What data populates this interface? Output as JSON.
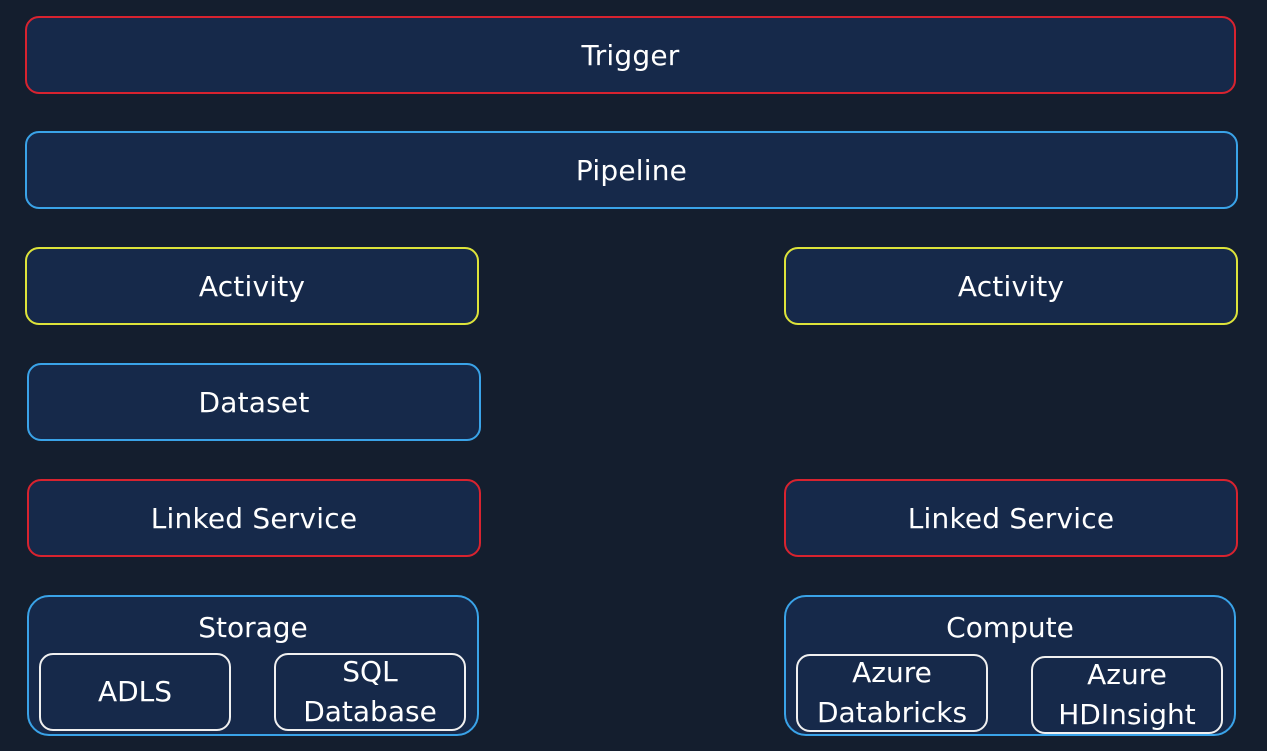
{
  "trigger": {
    "label": "Trigger",
    "color": "#d8232f"
  },
  "pipeline": {
    "label": "Pipeline",
    "color": "#3aa3e8"
  },
  "left": {
    "activity": "Activity",
    "dataset": "Dataset",
    "linked_service": "Linked Service",
    "storage": {
      "title": "Storage",
      "items": [
        "ADLS",
        "SQL\nDatabase"
      ]
    }
  },
  "right": {
    "activity": "Activity",
    "linked_service": "Linked Service",
    "compute": {
      "title": "Compute",
      "items": [
        "Azure\nDatabricks",
        "Azure\nHDInsight"
      ]
    }
  },
  "colors": {
    "background": "#141e2e",
    "box_fill": "#16294a",
    "red_border": "#d8232f",
    "blue_border": "#3aa3e8",
    "yellow_border": "#dde33a",
    "inner_border": "#f0f0f0"
  }
}
